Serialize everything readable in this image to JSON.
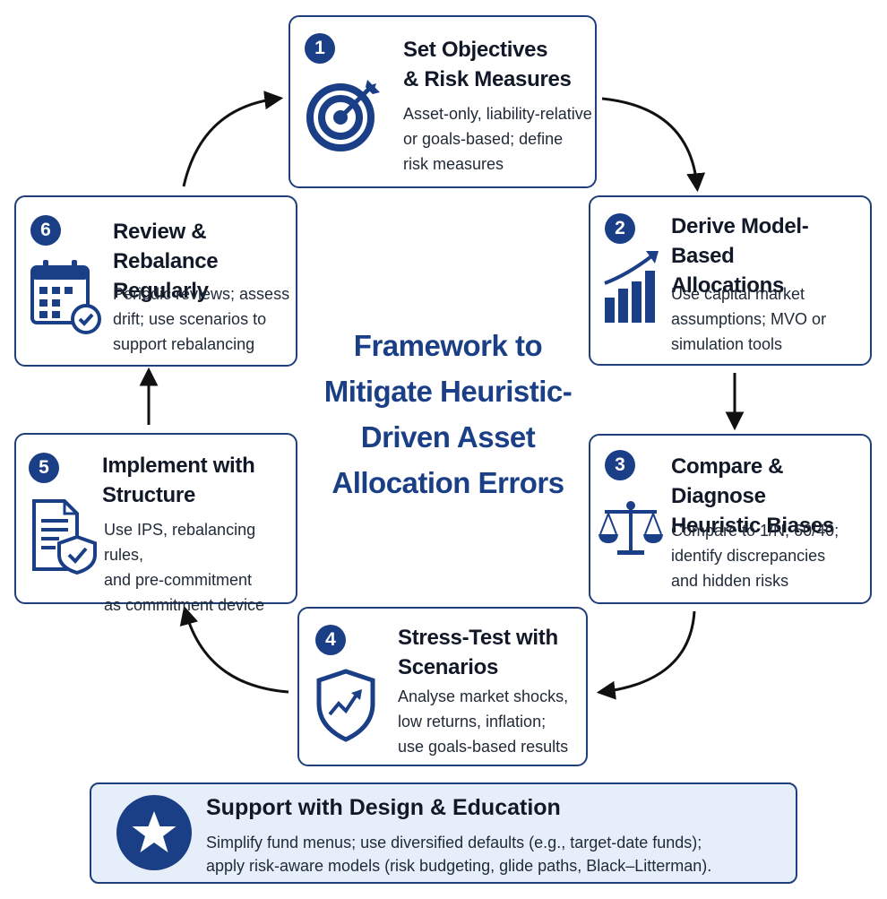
{
  "center_title": "Framework to Mitigate Heuristic-Driven Asset Allocation Errors",
  "steps": [
    {
      "number": "1",
      "title_lines": [
        "Set Objectives",
        "& Risk Measures"
      ],
      "desc_lines": [
        "Asset-only, liability-relative",
        "or goals-based; define",
        "risk measures"
      ],
      "icon": "target-icon"
    },
    {
      "number": "2",
      "title_lines": [
        "Derive Model-Based",
        "Allocations"
      ],
      "desc_lines": [
        "Use capital market",
        "assumptions; MVO or",
        "simulation tools"
      ],
      "icon": "growth-chart-icon"
    },
    {
      "number": "3",
      "title_lines": [
        "Compare & Diagnose",
        "Heuristic Biases"
      ],
      "desc_lines": [
        "Compare to 1/N, 60/40;",
        "identify discrepancies",
        "and hidden risks"
      ],
      "icon": "balance-scale-icon"
    },
    {
      "number": "4",
      "title_lines": [
        "Stress-Test with",
        "Scenarios"
      ],
      "desc_lines": [
        "Analyse market shocks,",
        "low returns, inflation;",
        "use goals-based results"
      ],
      "icon": "shield-trend-icon"
    },
    {
      "number": "5",
      "title_lines": [
        "Implement with",
        "Structure"
      ],
      "desc_lines": [
        "Use IPS, rebalancing rules,",
        "and pre-commitment",
        "as commitment device"
      ],
      "icon": "document-shield-icon"
    },
    {
      "number": "6",
      "title_lines": [
        "Review & Rebalance",
        "Regularly"
      ],
      "desc_lines": [
        "Periodic reviews; assess",
        "drift; use scenarios to",
        "support rebalancing"
      ],
      "icon": "calendar-check-icon"
    }
  ],
  "support": {
    "title": "Support with Design & Education",
    "desc_lines": [
      "Simplify fund menus; use diversified defaults (e.g., target-date funds);",
      "apply risk-aware models (risk budgeting, glide paths, Black–Litterman)."
    ],
    "icon": "star-icon"
  },
  "colors": {
    "primary": "#1b3f86",
    "border": "#1e3f7a",
    "support_bg": "#e6eef9",
    "arrow": "#111111"
  }
}
